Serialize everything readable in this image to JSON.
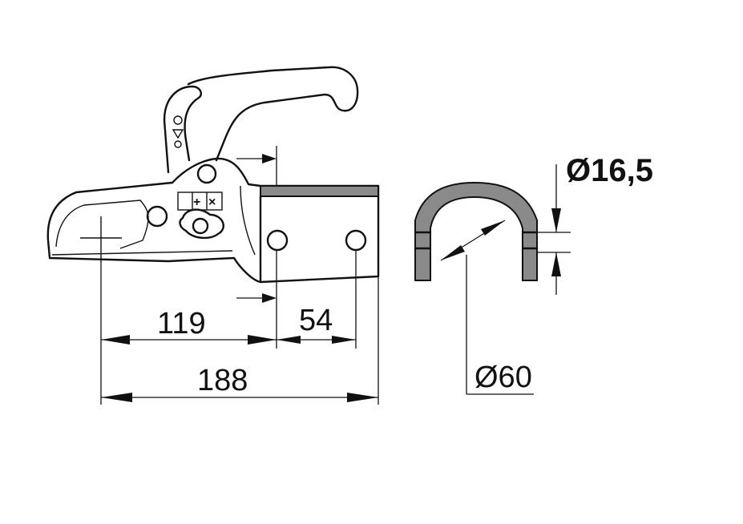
{
  "dimensions": {
    "bolt_spacing_label": "54",
    "front_to_first_bolt_label": "119",
    "overall_length_label": "188",
    "pipe_diameter_label": "Ø60",
    "bolt_diameter_label": "Ø16,5"
  }
}
